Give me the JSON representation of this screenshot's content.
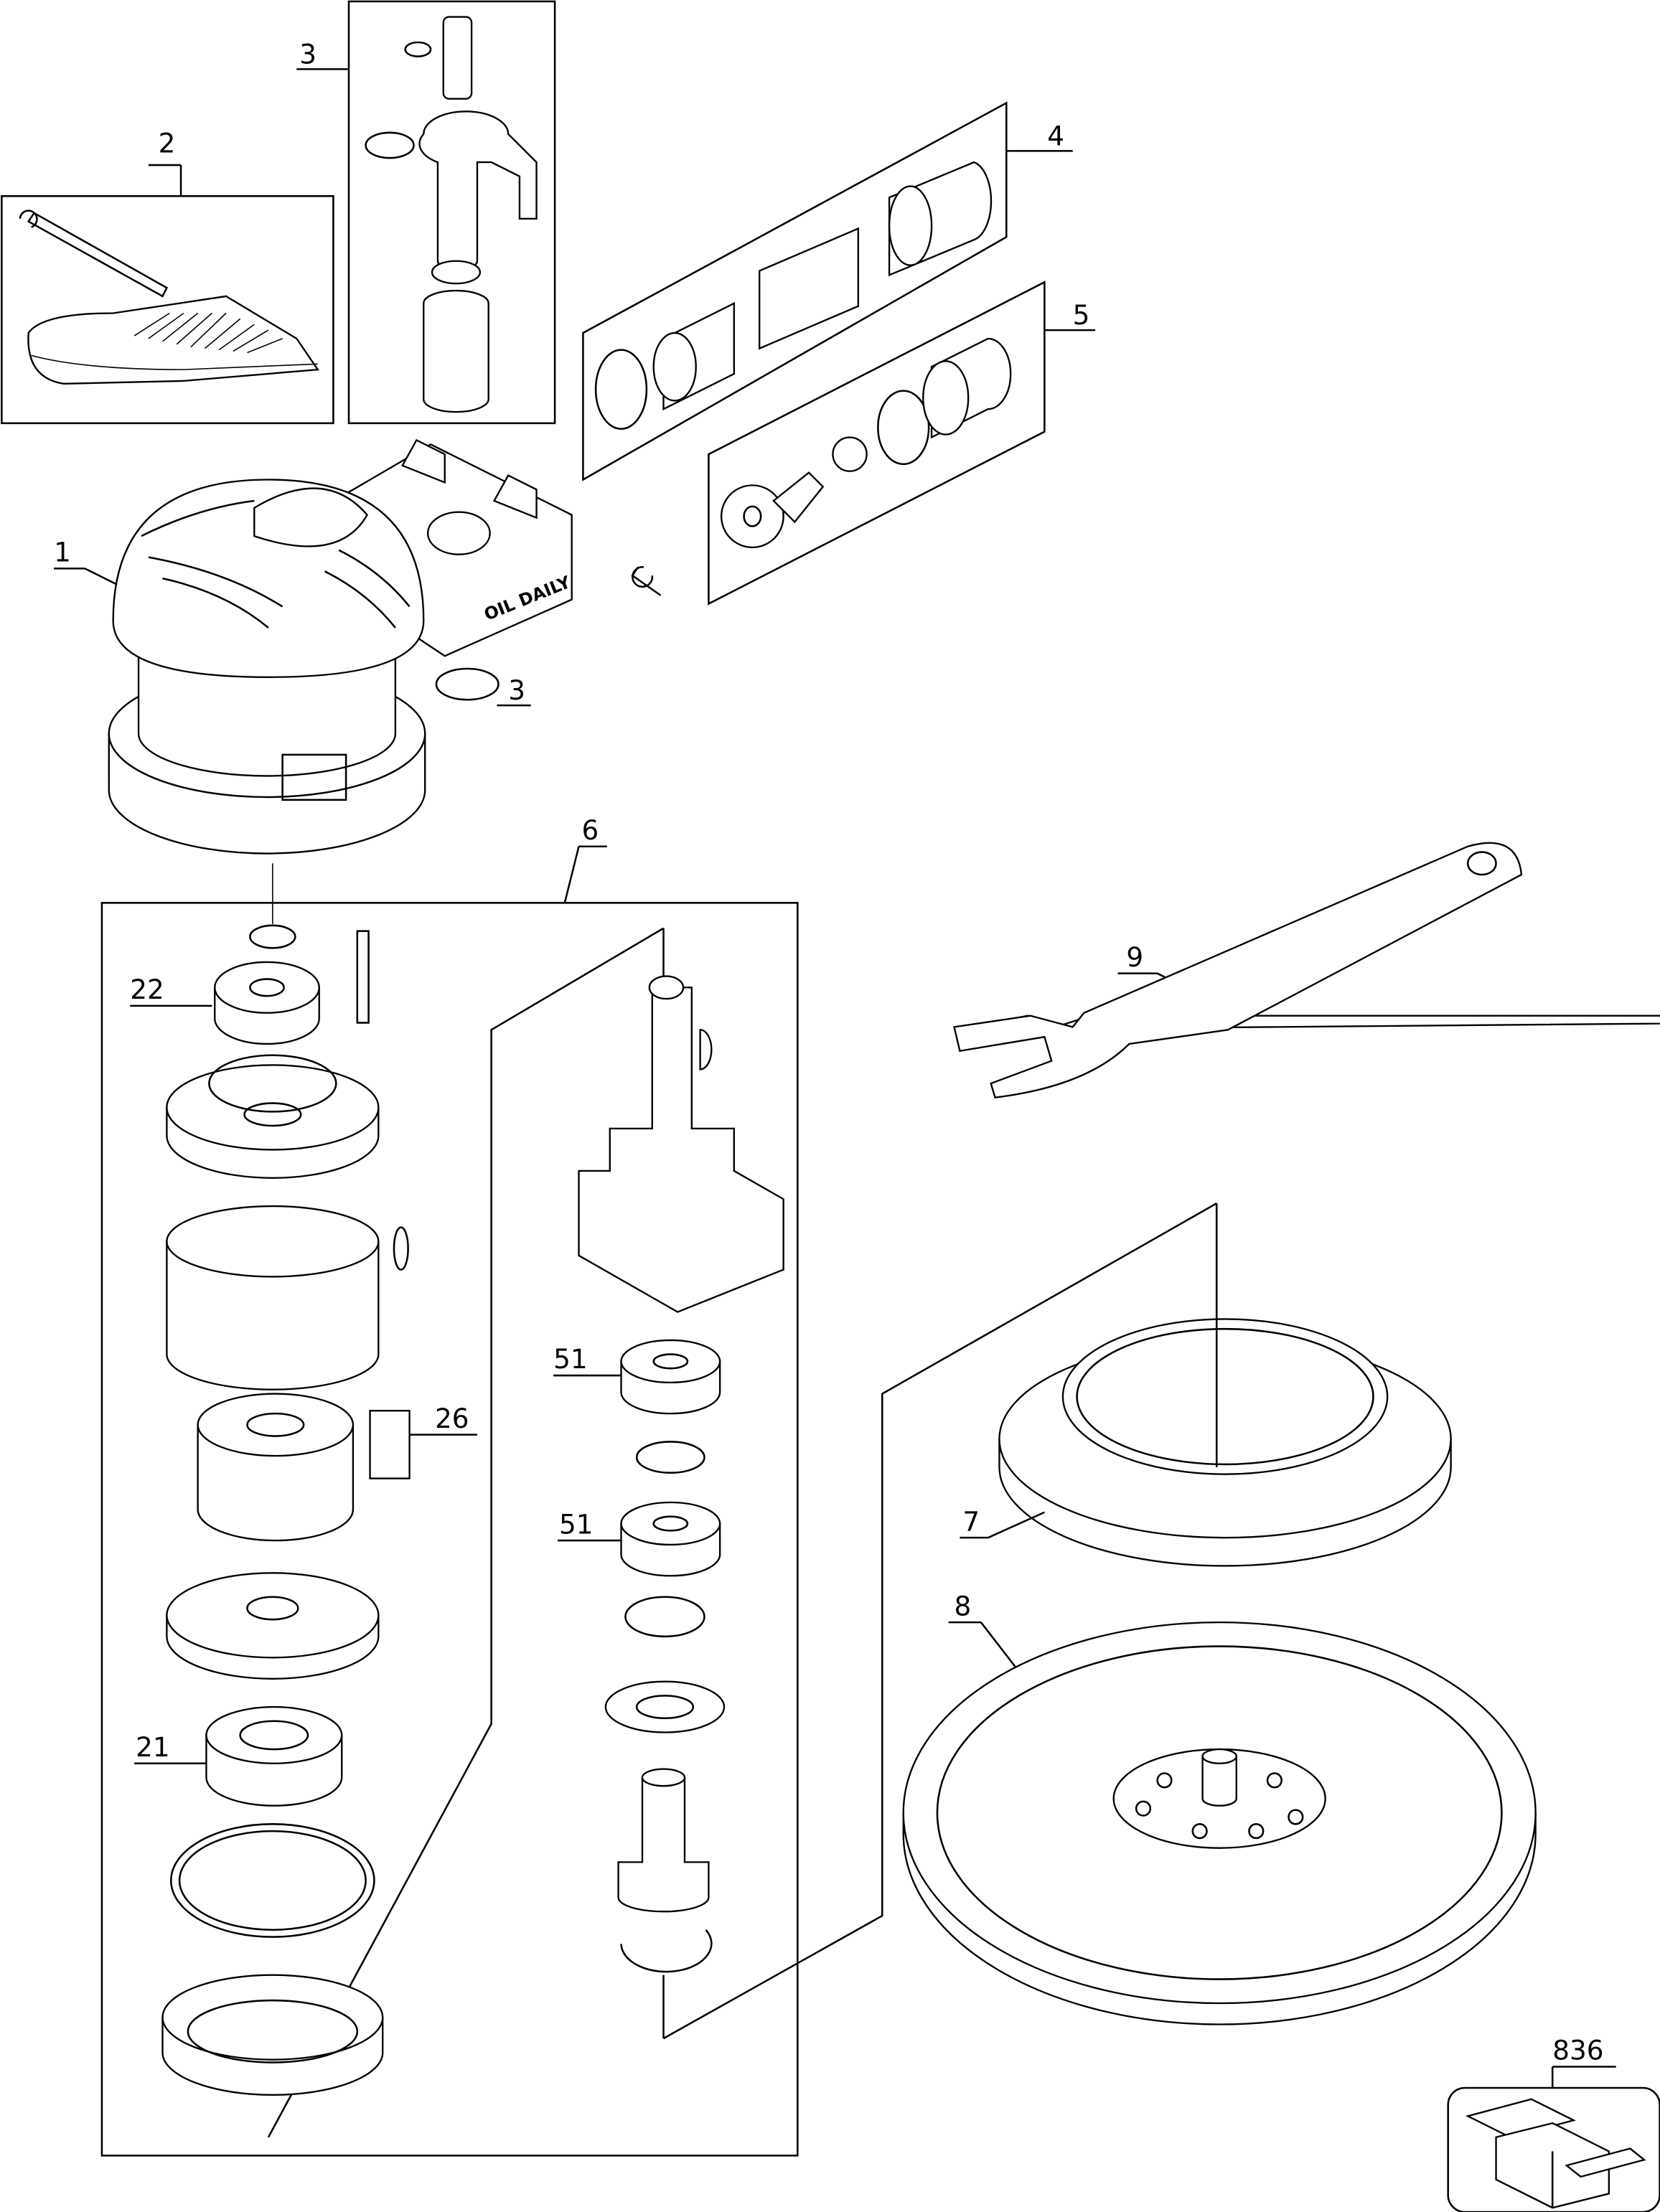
{
  "diagram": {
    "type": "exploded-parts-diagram",
    "callouts": {
      "part_1": "1",
      "part_2": "2",
      "part_3_top": "3",
      "part_3_lower": "3",
      "part_4": "4",
      "part_5": "5",
      "part_6": "6",
      "part_7": "7",
      "part_8": "8",
      "part_9": "9",
      "part_21": "21",
      "part_22": "22",
      "part_26": "26",
      "part_51_upper": "51",
      "part_51_lower": "51",
      "part_836": "836"
    },
    "housing_text": "OIL DAILY"
  }
}
